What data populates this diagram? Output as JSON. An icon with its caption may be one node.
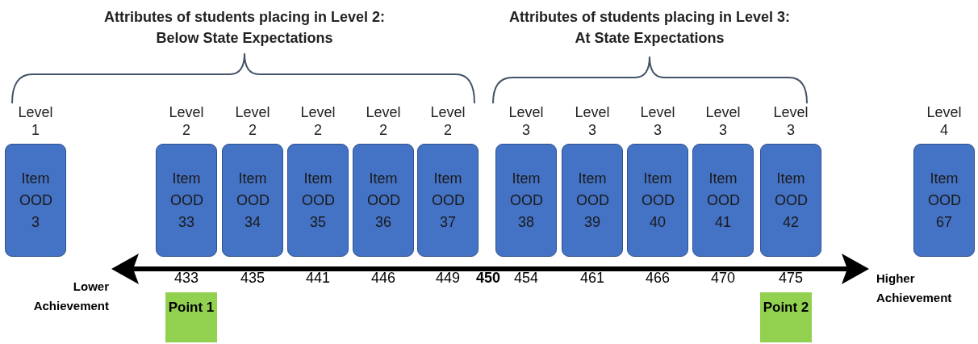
{
  "diagram": {
    "nodes": [
      {
        "text": [
          "Item OOD 3"
        ],
        "beside": [
          "Level 1"
        ]
      },
      {
        "text": [
          "Item OOD 33"
        ],
        "beside": [
          "Level 2"
        ]
      },
      {
        "text": [
          "Item OOD 34"
        ],
        "beside": [
          "Level 2"
        ]
      },
      {
        "text": [
          "Item OOD 35"
        ],
        "beside": [
          "Level 2"
        ]
      },
      {
        "text": [
          "Item OOD 36"
        ],
        "beside": [
          "Level 2"
        ]
      },
      {
        "text": [
          "Item OOD 37"
        ],
        "beside": [
          "Level 2"
        ]
      },
      {
        "text": [
          "Item OOD 38"
        ],
        "beside": [
          "Level 3"
        ]
      },
      {
        "text": [
          "Item OOD 39"
        ],
        "beside": [
          "Level 3"
        ]
      },
      {
        "text": [
          "Item OOD 40"
        ],
        "beside": [
          "Level 3"
        ]
      },
      {
        "text": [
          "Item OOD 41"
        ],
        "beside": [
          "Level 3"
        ]
      },
      {
        "text": [
          "Item OOD 42"
        ],
        "beside": [
          "Level 3"
        ]
      },
      {
        "text": [
          "Item OOD 67"
        ],
        "beside": [
          "Level 4"
        ]
      },
      {
        "text": [
          "Point 1"
        ]
      },
      {
        "text": [
          "Point 2"
        ]
      }
    ],
    "edges": [],
    "labels": [
      "Attributes of students placing in Level 2: Below State Expectations",
      "Attributes of students placing in Level 3: At State Expectations",
      "433",
      "435",
      "441",
      "446",
      "449",
      "450",
      "454",
      "461",
      "466",
      "470",
      "475",
      "Lower Achievement",
      "Higher Achievement"
    ]
  }
}
